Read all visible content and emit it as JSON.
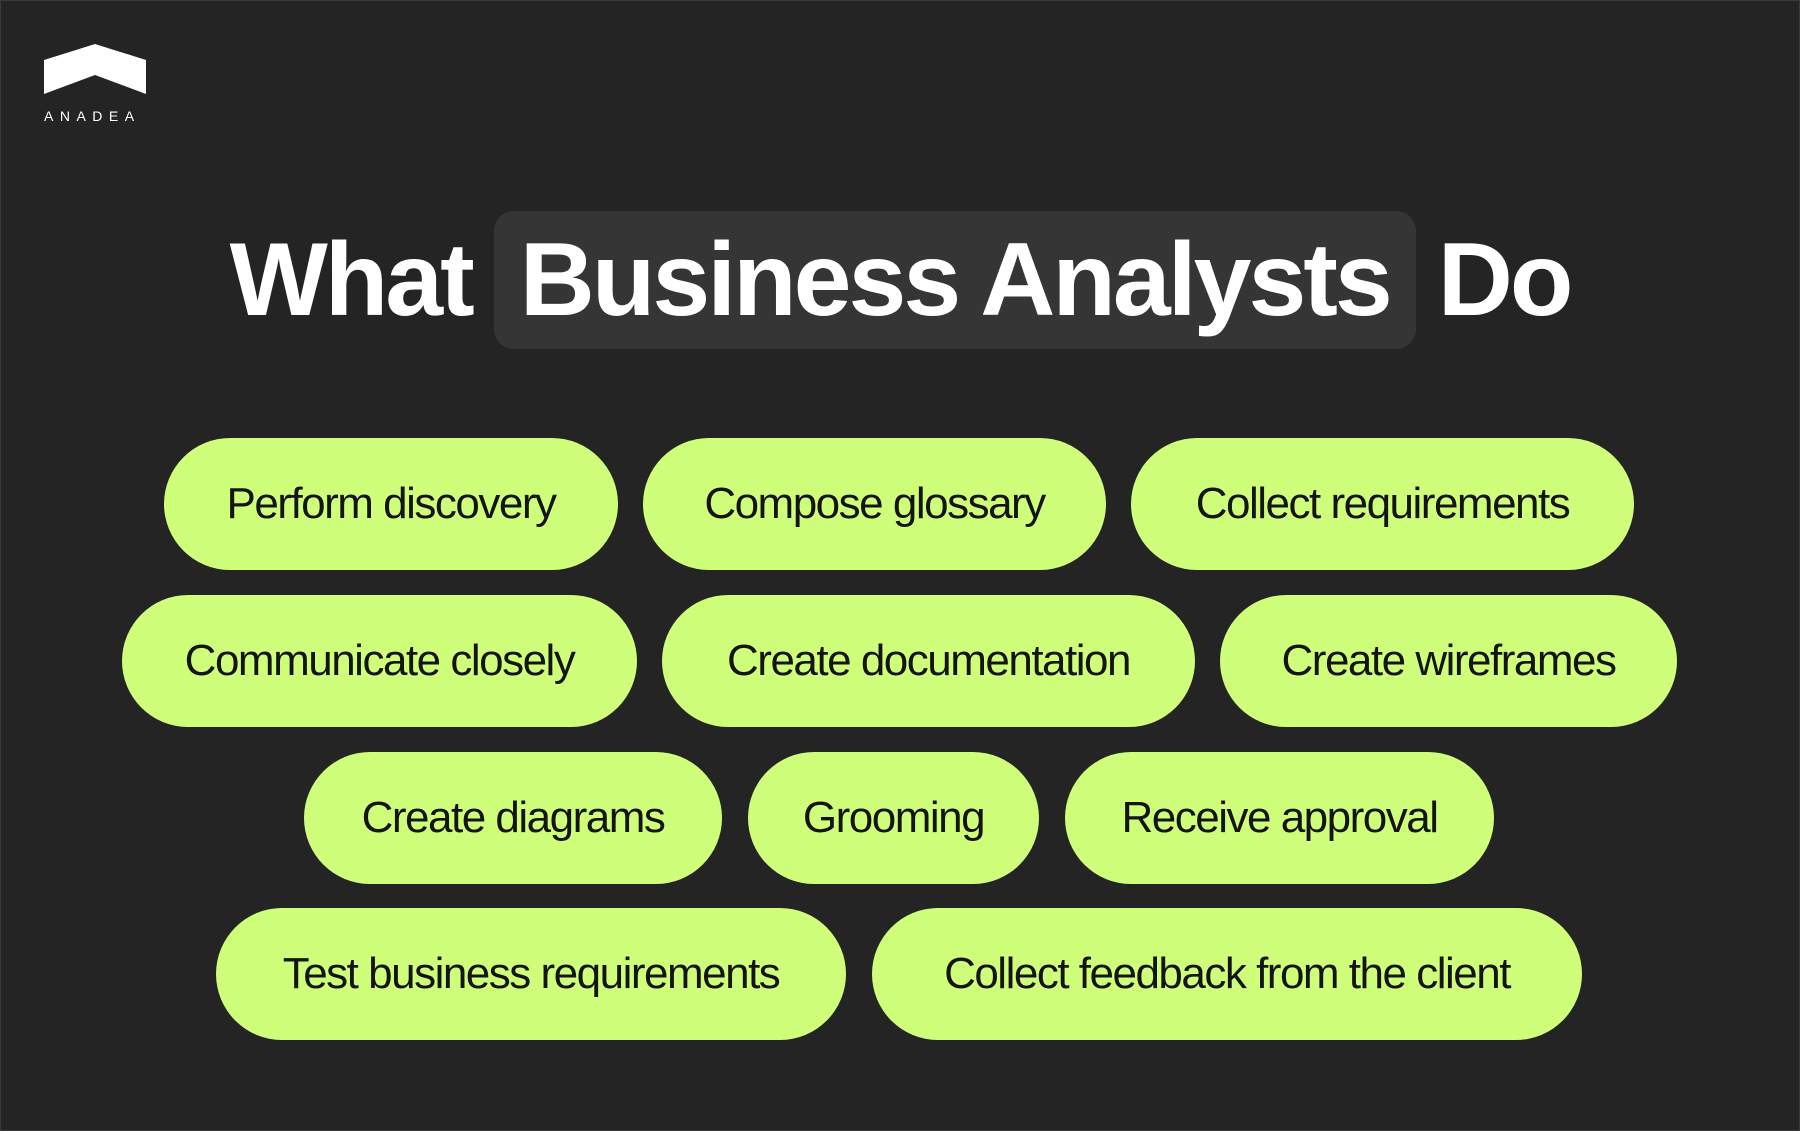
{
  "brand": {
    "name": "ANADEA",
    "logo_icon": "roof-chevron-icon"
  },
  "title": {
    "prefix": "What",
    "highlight": "Business Analysts",
    "suffix": "Do"
  },
  "colors": {
    "background": "#242424",
    "highlight_box": "#353535",
    "pill": "#cfff7a",
    "pill_text": "#141414",
    "title_text": "#ffffff"
  },
  "activities": [
    [
      "Perform discovery",
      "Compose glossary",
      "Collect requirements"
    ],
    [
      "Communicate closely",
      "Create documentation",
      "Create wireframes"
    ],
    [
      "Create diagrams",
      "Grooming",
      "Receive approval"
    ],
    [
      "Test business requirements",
      "Collect feedback from the client"
    ]
  ]
}
